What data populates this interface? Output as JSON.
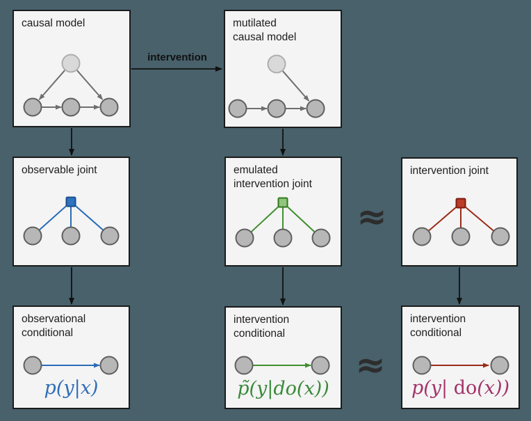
{
  "colors": {
    "page_bg": "#48616b",
    "box_bg": "#f4f4f4",
    "box_border": "#1b1b1b",
    "label_text": "#1d1d1d",
    "arrow_black": "#111111",
    "approx": "#2d2d2d",
    "node_fill": "#b7b7b7",
    "node_stroke": "#5f5f5f",
    "exo_node_fill": "#d9d9d9",
    "exo_node_stroke": "#aeaeae",
    "gray_edge": "#6e6e6e",
    "blue_edge": "#2a6cb5",
    "blue_square_fill": "#2e74c0",
    "blue_square_stroke": "#1b4e8e",
    "blue_formula": "#2f6db8",
    "green_edge": "#3f8f2f",
    "green_square_fill": "#93c47d",
    "green_square_stroke": "#2e7a1d",
    "green_formula": "#3a8a3a",
    "red_edge": "#9b2b16",
    "red_square_fill": "#bc3c27",
    "red_square_stroke": "#7e1d10",
    "red_formula": "#a33268"
  },
  "flow": {
    "intervention_label": "intervention",
    "approx_symbol": "≈"
  },
  "boxes": {
    "causal_model": {
      "label": "causal model"
    },
    "mutilated_causal_model": {
      "label": "mutilated\ncausal model"
    },
    "observable_joint": {
      "label": "observable joint"
    },
    "emulated_intervention_joint": {
      "label": "emulated\nintervention joint"
    },
    "intervention_joint": {
      "label": "intervention joint"
    },
    "observational_conditional": {
      "label": "observational\nconditional",
      "formula": [
        {
          "t": "p(y|x)",
          "it": true
        }
      ]
    },
    "emulated_intervention_conditional": {
      "label": "intervention\nconditional",
      "formula": [
        {
          "t": "p̃(y|do(x))",
          "it": true
        }
      ]
    },
    "true_intervention_conditional": {
      "label": "intervention\nconditional",
      "formula": [
        {
          "t": "p(y| ",
          "it": true
        },
        {
          "t": "do",
          "it": false
        },
        {
          "t": "(x))",
          "it": true
        }
      ]
    }
  }
}
